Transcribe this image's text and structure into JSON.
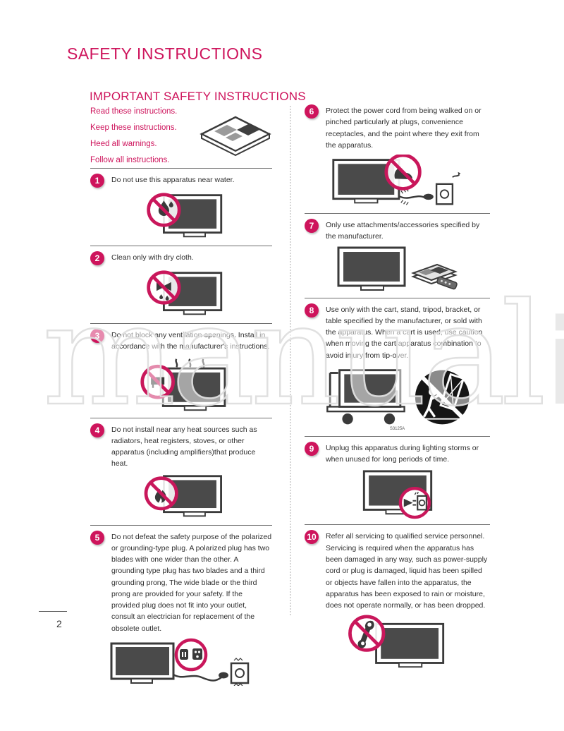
{
  "page": {
    "title": "SAFETY INSTRUCTIONS",
    "section_heading": "IMPORTANT SAFETY INSTRUCTIONS",
    "page_number": "2",
    "watermark_text": "manual",
    "watermark_suffix": "i"
  },
  "colors": {
    "accent_pink": "#CE145C",
    "body_text": "#2e2e2e",
    "illustration_dark": "#3a3a3a",
    "watermark_gray": "#e9e9e9"
  },
  "intro": {
    "icon": "manual-book-icon",
    "lines": [
      "Read these instructions.",
      "Keep these instructions.",
      "Heed all warnings.",
      "Follow all instructions."
    ]
  },
  "items": [
    {
      "number": "1",
      "icon": "no-water-icon",
      "text": "Do not use this apparatus near water."
    },
    {
      "number": "2",
      "icon": "no-wet-cloth-icon",
      "text": "Clean only with dry cloth."
    },
    {
      "number": "3",
      "icon": "no-blocked-vents-icon",
      "text": "Do not block any ventilation openings. Install in accordance with the manufacturer's instructions."
    },
    {
      "number": "4",
      "icon": "no-heat-sources-icon",
      "text": "Do not install near any heat sources such as radiators, heat registers, stoves, or other apparatus (including amplifiers)that produce heat."
    },
    {
      "number": "5",
      "icon": "polarized-plug-icon",
      "text": "Do not defeat the safety purpose of the polarized or grounding-type plug. A polarized plug has two blades with one wider than the other. A grounding type plug has two blades and a third grounding prong, The wide blade or the third prong are provided for your safety. If the provided plug does not fit into your outlet, consult an electrician for replacement of the obsolete outlet."
    },
    {
      "number": "6",
      "icon": "no-stepping-on-cord-icon",
      "text": "Protect the power cord from being walked on or pinched particularly at plugs, convenience receptacles, and the point where they exit from the apparatus."
    },
    {
      "number": "7",
      "icon": "accessories-icon",
      "text": "Only use attachments/accessories specified by the manufacturer."
    },
    {
      "number": "8",
      "icon": "cart-tip-over-icon",
      "symbol_label": "S3125A",
      "text": "Use only with the cart, stand, tripod, bracket, or table specified by the manufacturer, or sold with the apparatus. When a cart is used, use caution when moving the cart/apparatus combination to avoid injury from tip-over."
    },
    {
      "number": "9",
      "icon": "unplug-icon",
      "text": "Unplug this apparatus during lighting storms or when unused for long periods of time."
    },
    {
      "number": "10",
      "icon": "no-user-servicing-icon",
      "text": "Refer all servicing to qualified service personnel. Servicing is required when the apparatus has been damaged in any way, such as power-supply cord or plug is damaged, liquid has been spilled or objects have fallen into the apparatus, the apparatus has been exposed to rain or moisture, does not operate normally, or has been dropped."
    }
  ]
}
